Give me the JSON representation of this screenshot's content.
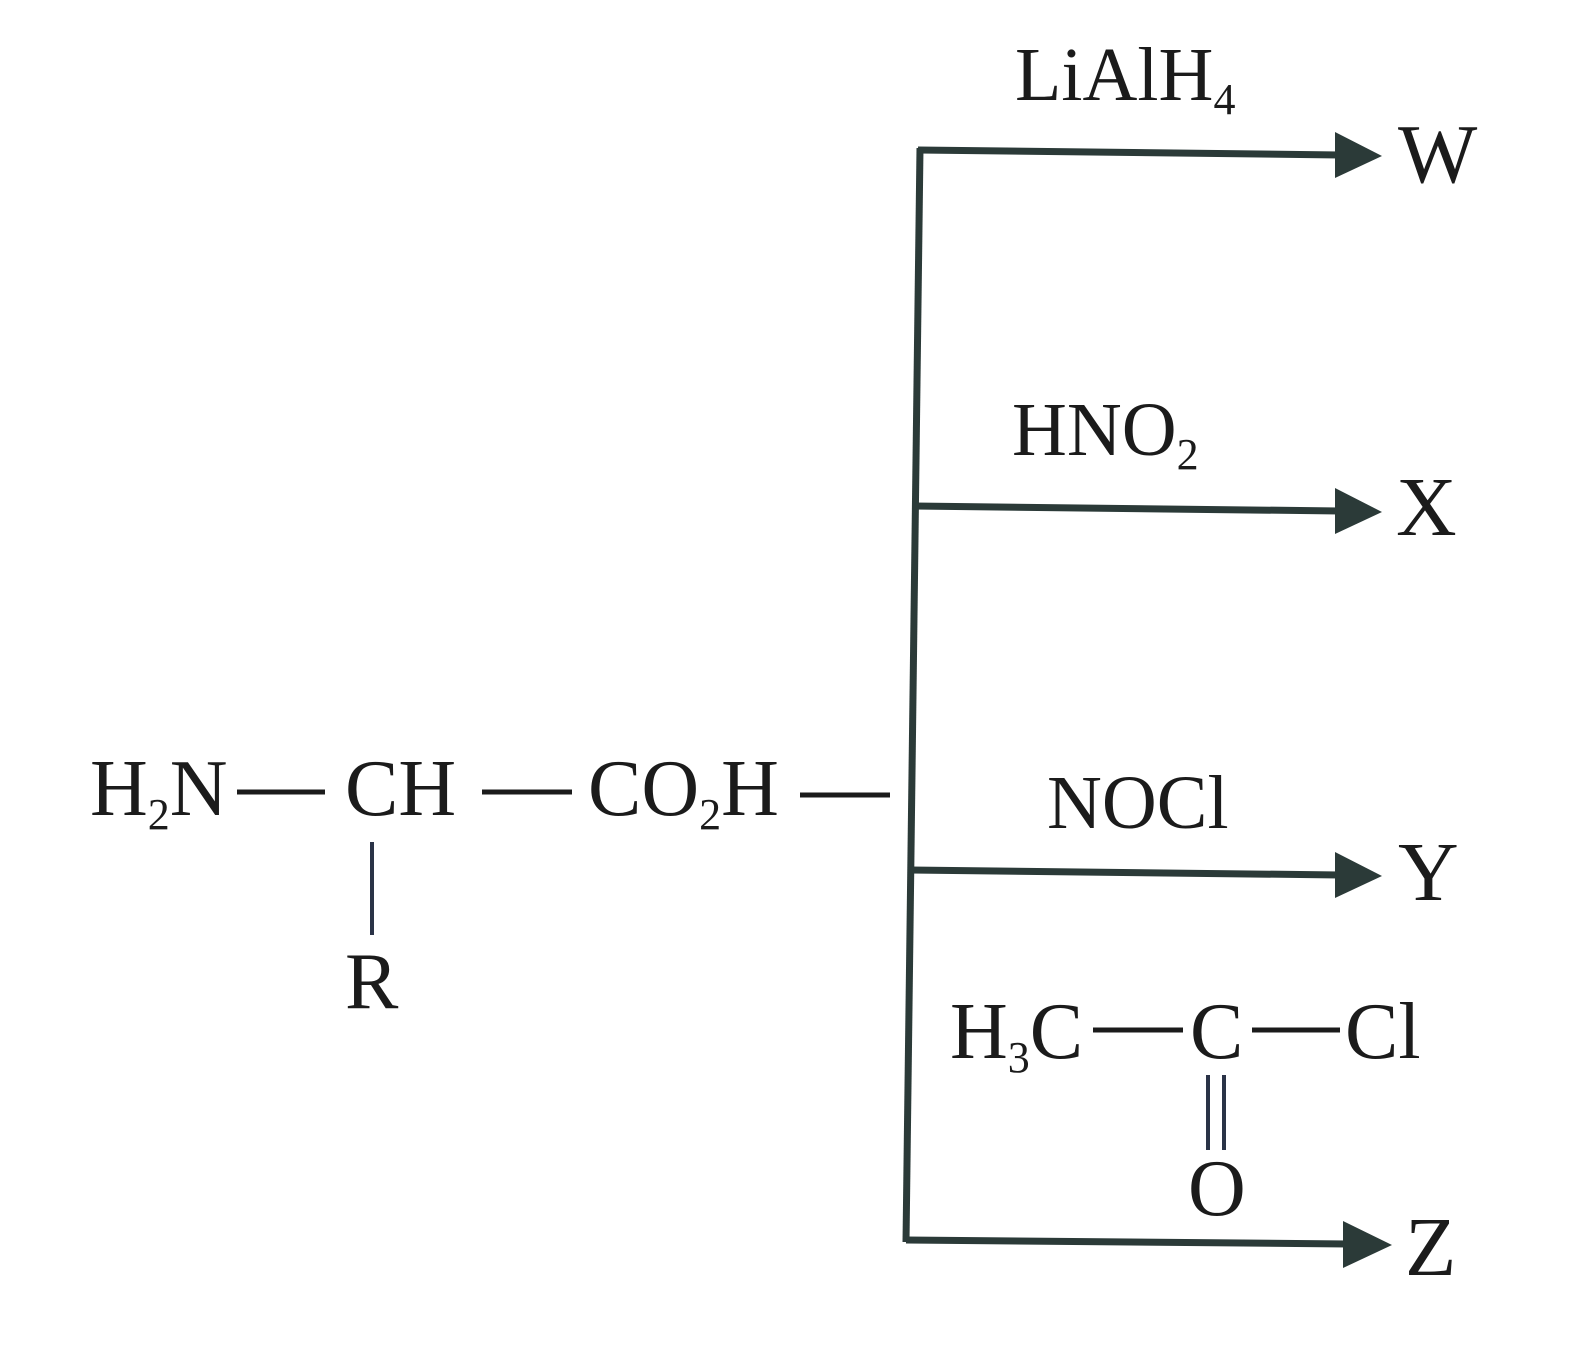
{
  "reactant": {
    "amine": "H",
    "amine_sub": "2",
    "amine_end": "N",
    "alpha_carbon": "CH",
    "side_chain": "R",
    "acid": "CO",
    "acid_sub": "2",
    "acid_end": "H"
  },
  "reactions": [
    {
      "reagent": "LiAlH",
      "reagent_sub": "4",
      "product": "W"
    },
    {
      "reagent": "HNO",
      "reagent_sub": "2",
      "product": "X"
    },
    {
      "reagent": "NOCl",
      "reagent_sub": "",
      "product": "Y"
    },
    {
      "reagent": "acetyl-chloride",
      "product": "Z",
      "acetyl": {
        "methyl": "H",
        "methyl_sub": "3",
        "methyl_end": "C",
        "carbonyl_carbon": "C",
        "chlorine": "Cl",
        "oxygen": "O"
      }
    }
  ],
  "colors": {
    "ink": "#1b1b1b",
    "arrow": "#2b3a38"
  }
}
